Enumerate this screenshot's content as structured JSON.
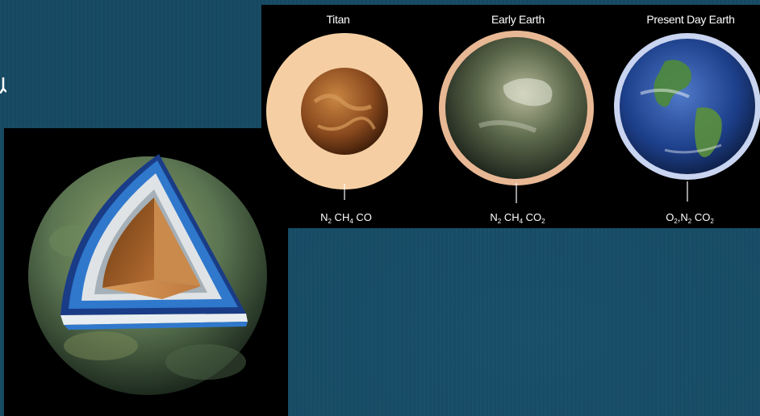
{
  "atmospheres": [
    {
      "title": "Titan",
      "gas": [
        "N",
        "2",
        " CH",
        "4",
        " CO",
        ""
      ]
    },
    {
      "title": "Early Earth",
      "gas": [
        "N",
        "2",
        " CH",
        "4",
        " CO",
        "2"
      ]
    },
    {
      "title": "Present Day Earth",
      "gas": [
        "O",
        "2",
        ",N",
        "2",
        " CO",
        "2"
      ]
    }
  ],
  "colors": {
    "background": "#164a63",
    "panel": "#000000",
    "titan_haze": "#f5cfa3",
    "early_earth_ring": "#e8b894",
    "present_earth_ring": "#c9d4f0"
  }
}
